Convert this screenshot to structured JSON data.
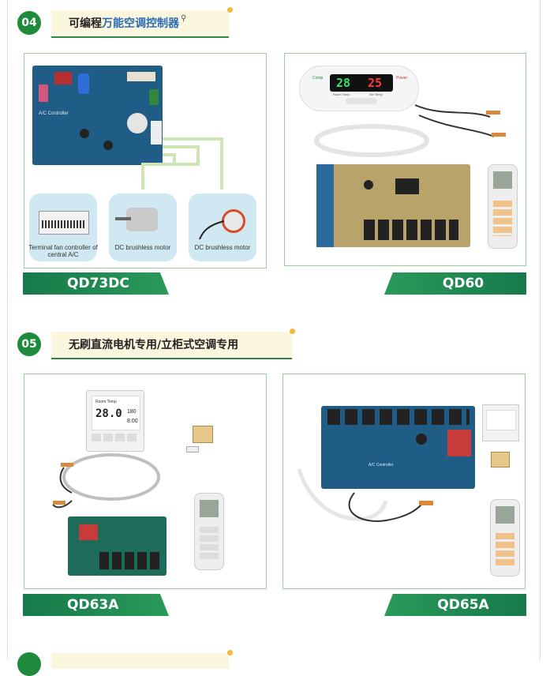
{
  "section4": {
    "number": "04",
    "title_plain": "可编程",
    "title_highlight": "万能空调控制器",
    "products": [
      {
        "model": "QD73DC",
        "board_label": "A/C Controller",
        "captions": [
          "Terminal fan controller of central A/C",
          "DC brushless motor",
          "DC brushless motor"
        ]
      },
      {
        "model": "QD60",
        "display": {
          "left_value": "28",
          "right_value": "25",
          "left_label": "Room Temp",
          "right_label": "Set Temp",
          "comp_label": "Comp",
          "power_label": "Power"
        }
      }
    ]
  },
  "section5": {
    "number": "05",
    "title": "无刷直流电机专用/立柜式空调专用",
    "products": [
      {
        "model": "QD63A",
        "thermostat": {
          "label": "Room Temp",
          "value": "28.0",
          "sub": "180",
          "time": "8:00"
        }
      },
      {
        "model": "QD65A",
        "board_label": "A/C Controller"
      }
    ]
  },
  "colors": {
    "accent_green": "#1e8a3c",
    "title_bg": "#fbf6de",
    "pcb_blue": "#1f5d86",
    "dot": "#f4b93a"
  },
  "icons": {
    "search": "search-icon"
  }
}
